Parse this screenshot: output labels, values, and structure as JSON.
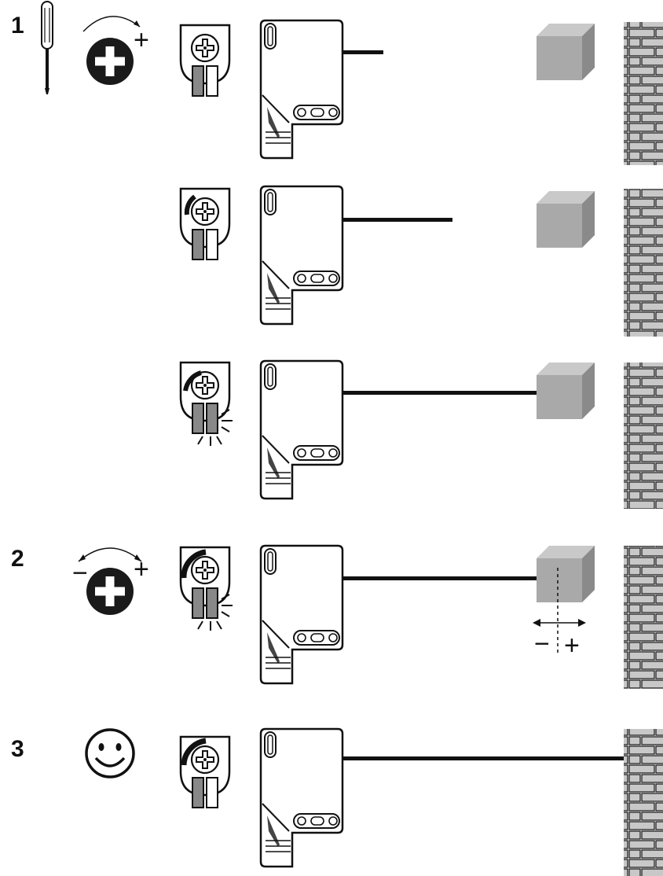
{
  "steps": [
    {
      "label": "1",
      "plus": "+"
    },
    {
      "label": "2",
      "minus": "−",
      "plus": "+"
    },
    {
      "label": "3"
    }
  ],
  "fine_adjust": {
    "minus": "−",
    "plus": "+"
  },
  "icons": {
    "tool": "screwdriver-icon",
    "turn": "rotate-potentiometer-icon",
    "success": "smiley-face-icon",
    "sensor": "photoelectric-sensor-icon",
    "object": "gray-cube-icon",
    "background": "brick-wall-icon"
  },
  "colors": {
    "ink": "#111111",
    "led_gray": "#888888",
    "cube_front": "#a9a9a9",
    "cube_top": "#c9c9c9",
    "cube_side": "#8a8a8a",
    "brick": "#c8c8c8"
  }
}
